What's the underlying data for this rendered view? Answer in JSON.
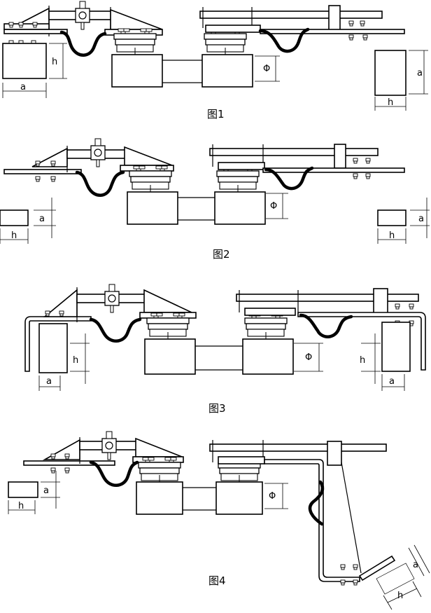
{
  "figures": [
    {
      "label": "图1",
      "dims": {
        "a": "a",
        "h": "h",
        "phi": "Φ"
      }
    },
    {
      "label": "图2",
      "dims": {
        "a": "a",
        "h": "h",
        "phi": "Φ"
      }
    },
    {
      "label": "图3",
      "dims": {
        "a": "a",
        "h": "h",
        "phi": "Φ"
      }
    },
    {
      "label": "图4",
      "dims": {
        "a": "a",
        "h": "h",
        "phi": "Φ"
      }
    }
  ]
}
